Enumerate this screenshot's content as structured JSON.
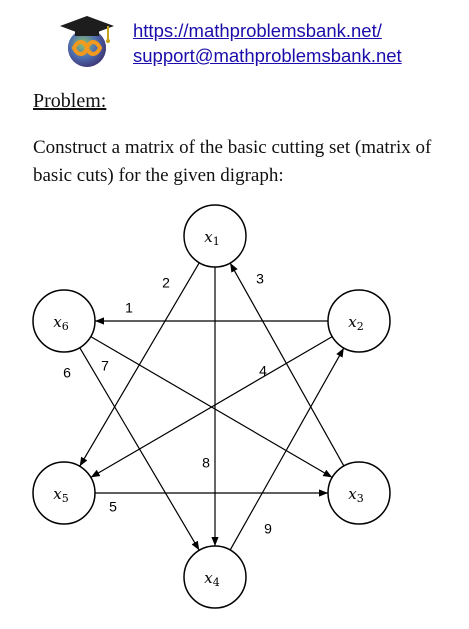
{
  "header": {
    "site_link": "https://mathproblemsbank.net/",
    "support_link": "support@mathproblemsbank.net",
    "logo_icon": "graduation-cap-infinity-logo"
  },
  "problem": {
    "heading": "Problem:",
    "statement": "Construct a matrix of the basic cutting set (matrix of basic cuts) for the given digraph:"
  },
  "digraph": {
    "nodes": [
      {
        "id": "x1",
        "base": "x",
        "sub": "1"
      },
      {
        "id": "x2",
        "base": "x",
        "sub": "2"
      },
      {
        "id": "x3",
        "base": "x",
        "sub": "3"
      },
      {
        "id": "x4",
        "base": "x",
        "sub": "4"
      },
      {
        "id": "x5",
        "base": "x",
        "sub": "5"
      },
      {
        "id": "x6",
        "base": "x",
        "sub": "6"
      }
    ],
    "edges": [
      {
        "label": "1",
        "from": "x2",
        "to": "x6"
      },
      {
        "label": "2",
        "from": "x1",
        "to": "x5"
      },
      {
        "label": "3",
        "from": "x3",
        "to": "x1"
      },
      {
        "label": "4",
        "from": "x2",
        "to": "x5"
      },
      {
        "label": "5",
        "from": "x5",
        "to": "x3"
      },
      {
        "label": "6",
        "from": "x6",
        "to": "x4"
      },
      {
        "label": "7",
        "from": "x6",
        "to": "x3"
      },
      {
        "label": "8",
        "from": "x1",
        "to": "x4"
      },
      {
        "label": "9",
        "from": "x4",
        "to": "x2"
      }
    ]
  }
}
